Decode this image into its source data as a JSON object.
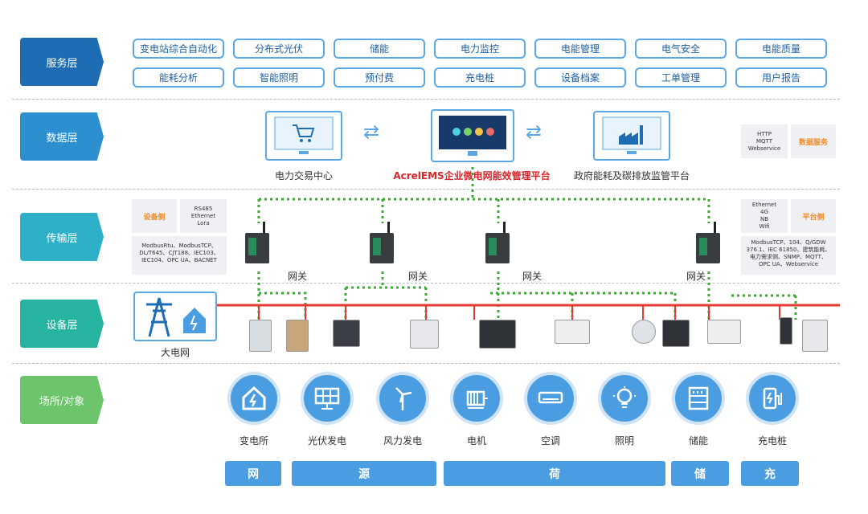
{
  "layers": [
    "服务层",
    "数据层",
    "传输层",
    "设备层",
    "场所/对象"
  ],
  "services": {
    "row1": [
      "变电站综合自动化",
      "分布式光伏",
      "储能",
      "电力监控",
      "电能管理",
      "电气安全",
      "电能质量"
    ],
    "row2": [
      "能耗分析",
      "智能照明",
      "预付费",
      "充电桩",
      "设备档案",
      "工单管理",
      "用户报告"
    ]
  },
  "data_layer": {
    "left_label": "电力交易中心",
    "center_label": "AcrelEMS企业微电网能效管理平台",
    "right_label": "政府能耗及碳排放监管平台",
    "protocols_box": "HTTP\nMQTT\nWebservice",
    "data_service": "数据服务"
  },
  "transport": {
    "device_side": "设备侧",
    "device_side_protocols": "RS485\nEthernet\nLora",
    "device_side_list": "ModbusRtu、ModbusTCP、\nDL/T645、CJT188、IEC103、\nIEC104、OPC UA、BACNET",
    "platform_side": "平台侧",
    "platform_side_protocols": "Ethernet\n4G\nNB\nWifi",
    "platform_side_list": "ModbusTCP、104、Q/GDW\n376.1、IEC 61850、建筑能耗、\n电力需求侧、SNMP、MQTT、\nOPC UA、Webservice",
    "gateway_label": "网关"
  },
  "device_layer": {
    "grid_label": "大电网"
  },
  "places": [
    "变电所",
    "光伏发电",
    "风力发电",
    "电机",
    "空调",
    "照明",
    "储能",
    "充电桩"
  ],
  "bottom": [
    "网",
    "源",
    "荷",
    "储",
    "充"
  ],
  "colors": {
    "tab1": "#1e6db4",
    "tab2": "#2b8fd0",
    "tab3": "#2eb1c8",
    "tab4": "#26b3a0",
    "tab5": "#6cc56a",
    "bus": "#e53935",
    "dotted": "#3aaa35",
    "accent_red": "#d8262c"
  }
}
